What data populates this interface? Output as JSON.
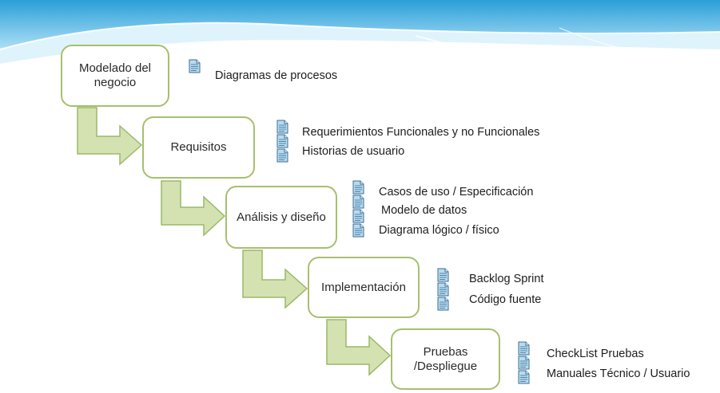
{
  "stages": [
    {
      "label": "Modelado del\nnegocio",
      "artifacts": [
        "Diagramas de procesos"
      ]
    },
    {
      "label": "Requisitos",
      "artifacts": [
        "Requerimientos  Funcionales y no Funcionales",
        "Historias de usuario"
      ]
    },
    {
      "label": "Análisis y diseño",
      "artifacts": [
        "Casos de uso / Especificación",
        "Modelo de datos",
        "Diagrama lógico / físico"
      ]
    },
    {
      "label": "Implementación",
      "artifacts": [
        "Backlog Sprint",
        "Código fuente"
      ]
    },
    {
      "label": "Pruebas\n/Despliegue",
      "artifacts": [
        "CheckList Pruebas",
        "Manuales Técnico / Usuario"
      ]
    }
  ],
  "icons": {
    "artifact": "document-icon",
    "flow": "down-right-arrow-icon"
  },
  "colors": {
    "stage_border": "#a6c06e",
    "arrow_fill": "#d4e2b2",
    "arrow_stroke": "#9cb866",
    "banner_top": "#2a9fd8",
    "banner_bottom": "#bfe6f8",
    "doc_fill": "#b7dbf0",
    "doc_stroke": "#3d6e93"
  }
}
